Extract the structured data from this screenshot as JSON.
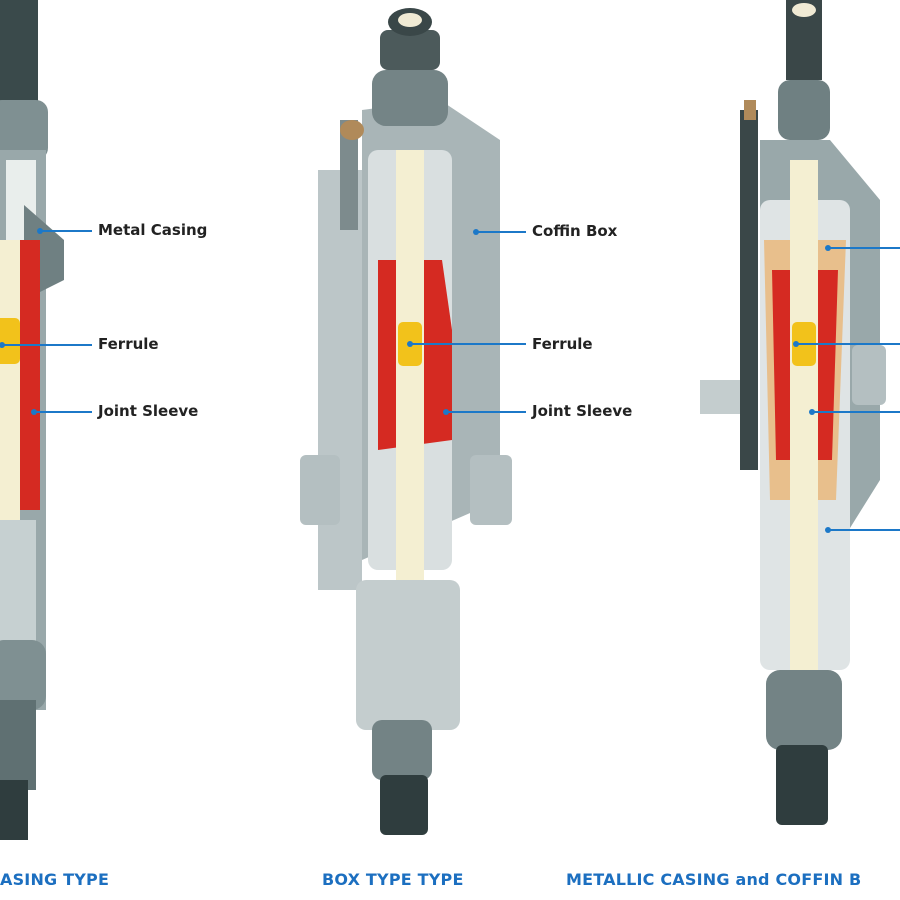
{
  "accent_colors": {
    "leader": "#1c78c8",
    "caption": "#1c6fc0",
    "joint_sleeve": "#d52a22",
    "ferrule": "#f2c21b",
    "metal": "#8a9a9d"
  },
  "joints": [
    {
      "caption": "ASING TYPE",
      "labels": {
        "metal_casing": "Metal Casing",
        "ferrule": "Ferrule",
        "joint_sleeve": "Joint Sleeve"
      }
    },
    {
      "caption": "BOX TYPE TYPE",
      "labels": {
        "coffin_box": "Coffin Box",
        "ferrule": "Ferrule",
        "joint_sleeve": "Joint Sleeve"
      }
    },
    {
      "caption": "METALLIC CASING and  COFFIN B"
    }
  ]
}
